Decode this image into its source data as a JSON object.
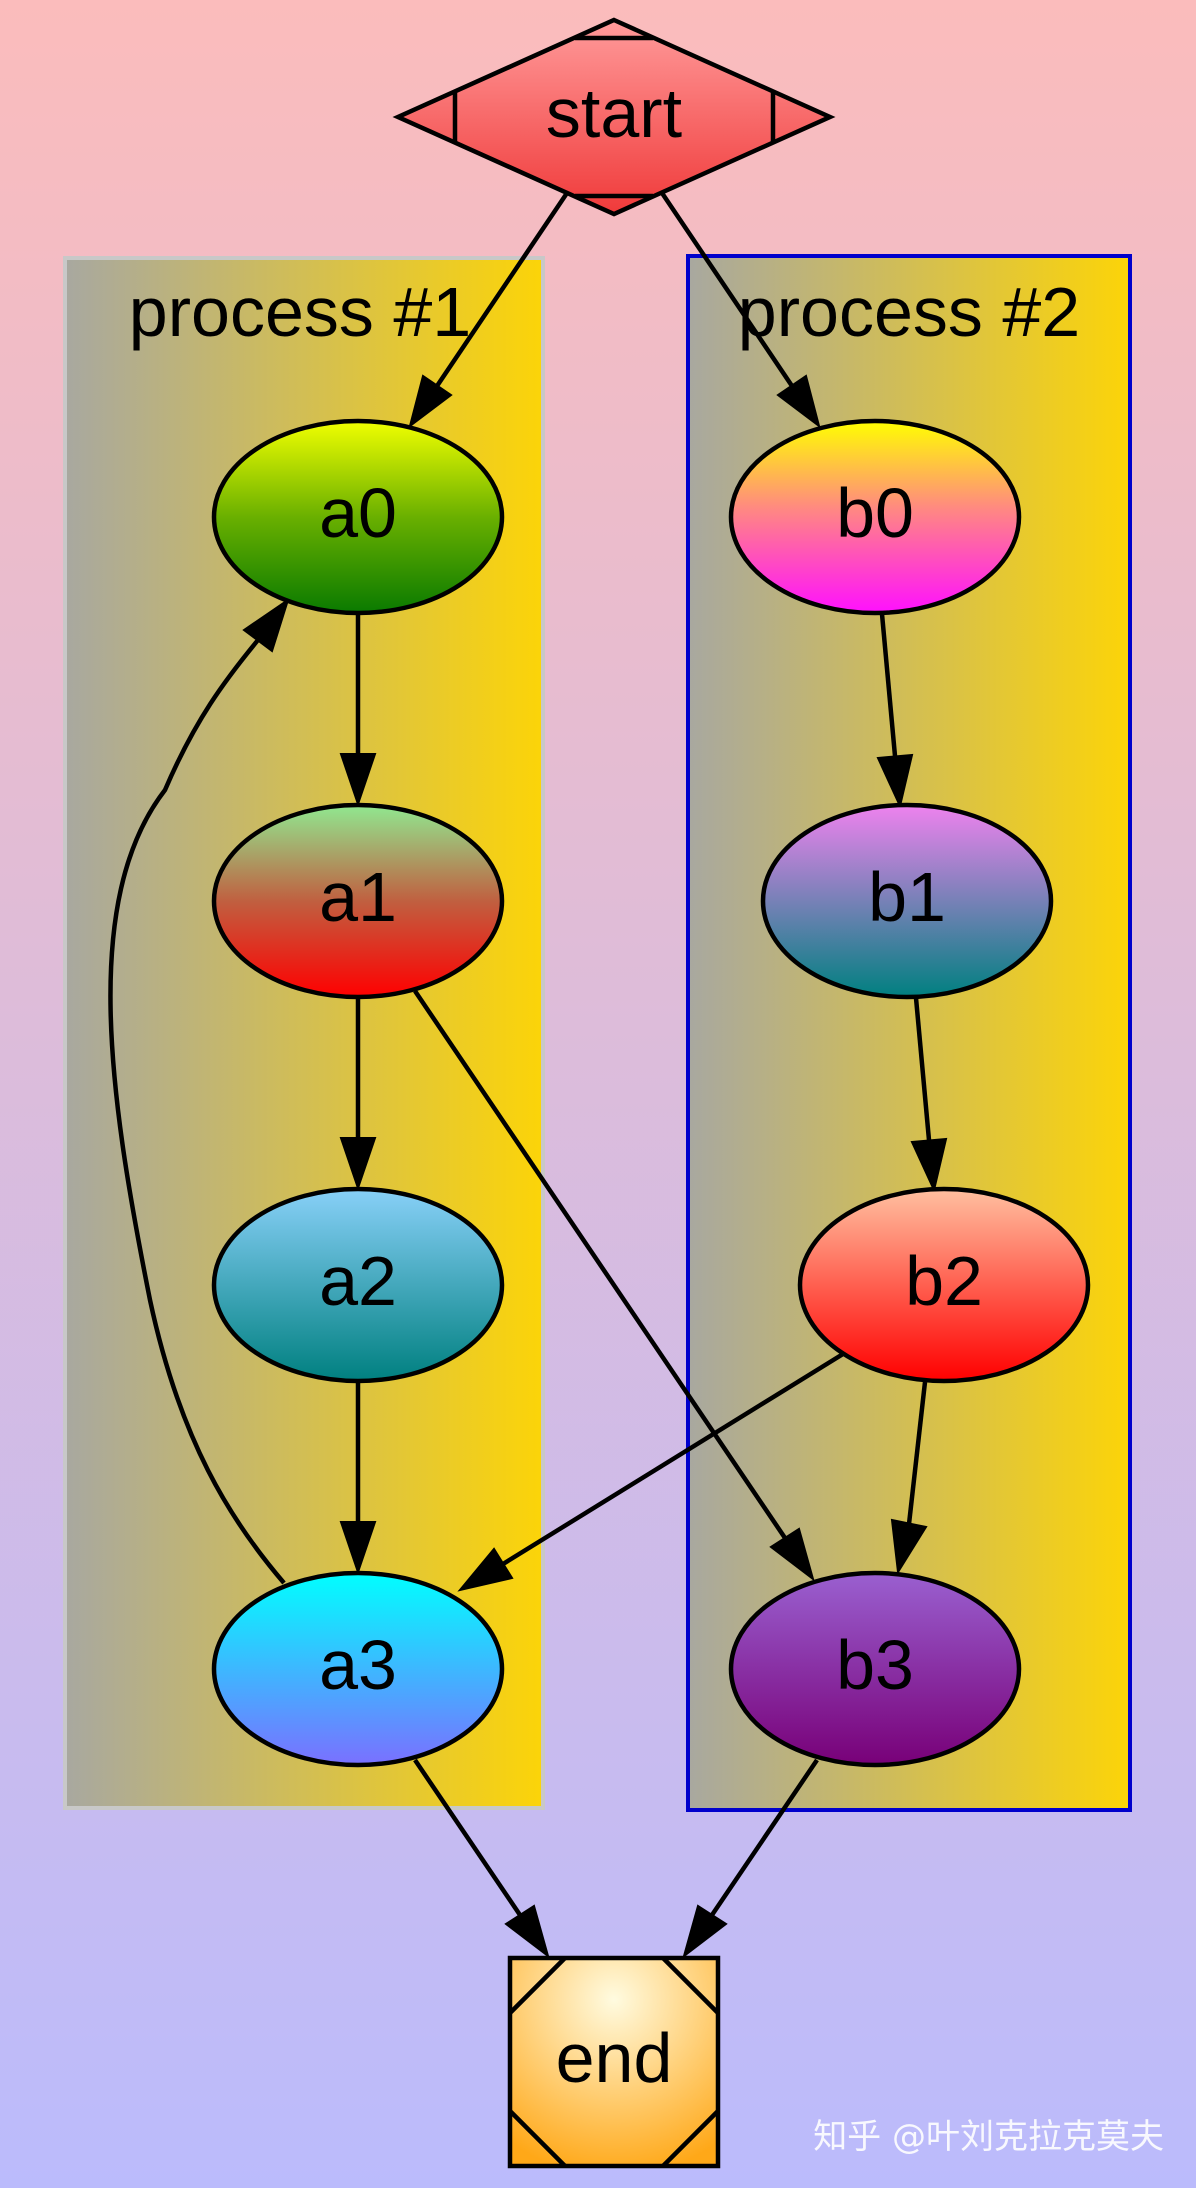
{
  "clusters": {
    "process1": {
      "label": "process #1",
      "border": "#c8c8c8"
    },
    "process2": {
      "label": "process #2",
      "border": "#0000cc"
    }
  },
  "nodes": {
    "start": "start",
    "a0": "a0",
    "a1": "a1",
    "a2": "a2",
    "a3": "a3",
    "b0": "b0",
    "b1": "b1",
    "b2": "b2",
    "b3": "b3",
    "end": "end"
  },
  "edges": [
    "start->a0",
    "start->b0",
    "a0->a1",
    "a1->a2",
    "a2->a3",
    "a3->a0",
    "a1->b3",
    "a3->end",
    "b0->b1",
    "b1->b2",
    "b2->b3",
    "b2->a3",
    "b3->end"
  ],
  "watermark": "知乎 @叶刘克拉克莫夫",
  "colors": {
    "background_top": "#fbbcbc",
    "background_bottom": "#bbbbfc",
    "cluster_fill_left": "#a8a8a0",
    "cluster_fill_right": "#fcd408",
    "start_fill": "#ff6060",
    "end_fill": "#ffb030"
  }
}
